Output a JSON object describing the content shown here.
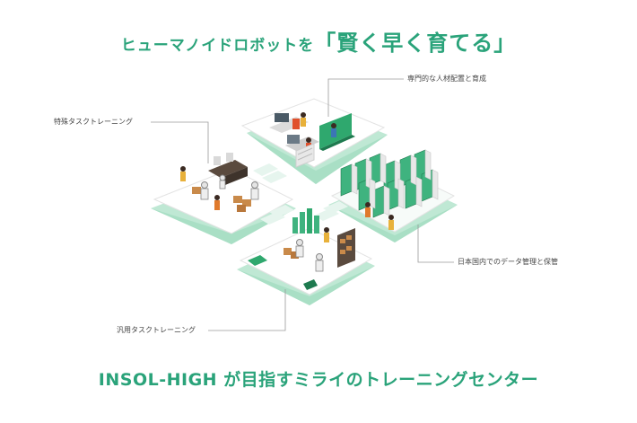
{
  "headline": {
    "prefix": "ヒューマノイドロボットを",
    "emphasis": "「賢く早く育てる」"
  },
  "callouts": {
    "special_task": "特殊タスクトレーニング",
    "talent": "専門的な人材配置と育成",
    "data_storage": "日本国内でのデータ管理と保管",
    "general_task": "汎用タスクトレーニング"
  },
  "footer": {
    "text": "INSOL-HIGH が目指すミライのトレーニングセンター"
  },
  "colors": {
    "accent": "#2aa37a",
    "green_light": "#bfe8d4",
    "green_mid": "#7fd3a9",
    "green_dark": "#3fb37f",
    "line": "#9a9a9a"
  }
}
